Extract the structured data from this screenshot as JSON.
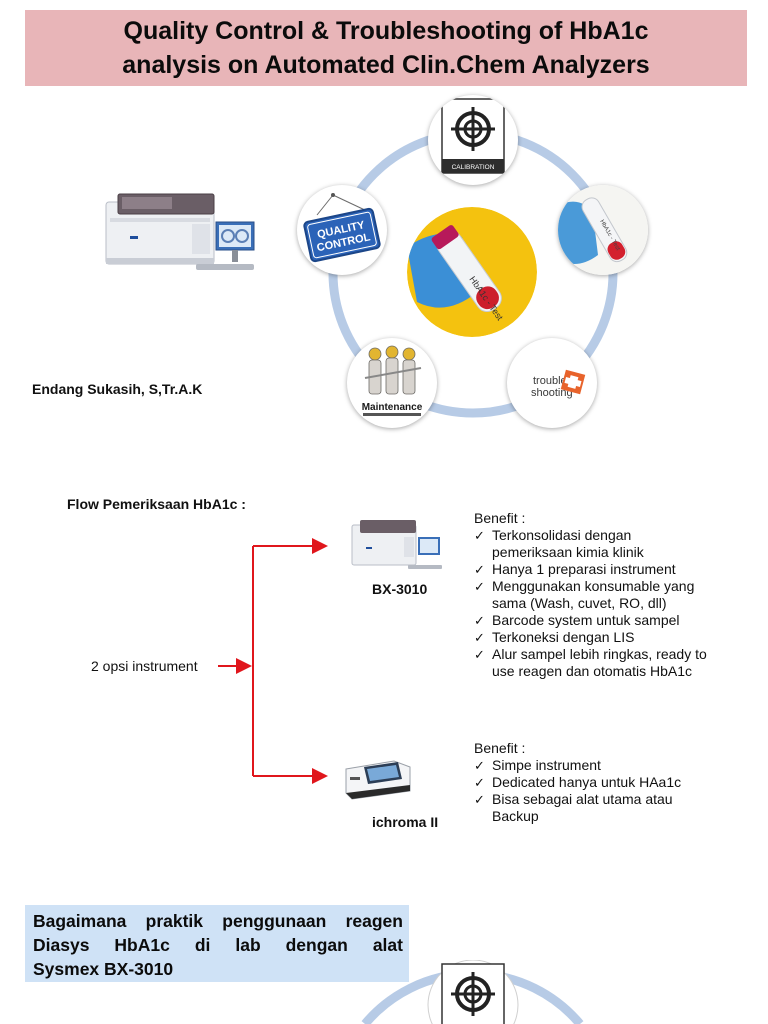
{
  "title": {
    "line1": "Quality Control & Troubleshooting of HbA1c",
    "line2": "analysis on Automated Clin.Chem Analyzers"
  },
  "author": "Endang Sukasih, S,Tr.A.K",
  "cycle": {
    "calibration_label": "CALIBRATION",
    "quality_control_line1": "QUALITY",
    "quality_control_line2": "CONTROL",
    "tube_label": "HbA1c - Test",
    "small_tube_label": "HbA1c - Test",
    "maintenance_label": "Maintenance",
    "trouble_line1": "trouble",
    "trouble_line2": "shooting"
  },
  "flow": {
    "heading": "Flow Pemeriksaan HbA1c :",
    "options_label": "2 opsi instrument",
    "instrument1": {
      "name": "BX-3010",
      "benefit_heading": "Benefit :",
      "benefits": [
        [
          "Terkonsolidasi dengan",
          "pemeriksaan kimia klinik"
        ],
        [
          "Hanya 1 preparasi instrument"
        ],
        [
          "Menggunakan konsumable yang",
          "sama (Wash, cuvet, RO, dll)"
        ],
        [
          "Barcode system untuk sampel"
        ],
        [
          "Terkoneksi dengan LIS"
        ],
        [
          "Alur sampel lebih ringkas, ready to",
          "use reagen dan otomatis HbA1c"
        ]
      ]
    },
    "instrument2": {
      "name": "ichroma II",
      "benefit_heading": "Benefit :",
      "benefits": [
        [
          "Simpe instrument"
        ],
        [
          "Dedicated hanya untuk HAa1c"
        ],
        [
          "Bisa sebagai alat utama atau",
          "Backup"
        ]
      ]
    }
  },
  "question": {
    "line1_words": [
      "Bagaimana",
      "praktik",
      "penggunaan",
      "reagen"
    ],
    "line2_words": [
      "Diasys",
      "HbA1c",
      "di",
      "lab",
      "dengan",
      "alat"
    ],
    "line3": "Sysmex BX-3010"
  },
  "colors": {
    "title_bg": "#e8b5b8",
    "question_bg": "#cfe2f6",
    "arrow": "#e0161c",
    "ring": "#b7cbe6",
    "qc_sign": "#2b63b8",
    "trouble_orange": "#e8632b"
  },
  "icons": {
    "check": "✓"
  }
}
